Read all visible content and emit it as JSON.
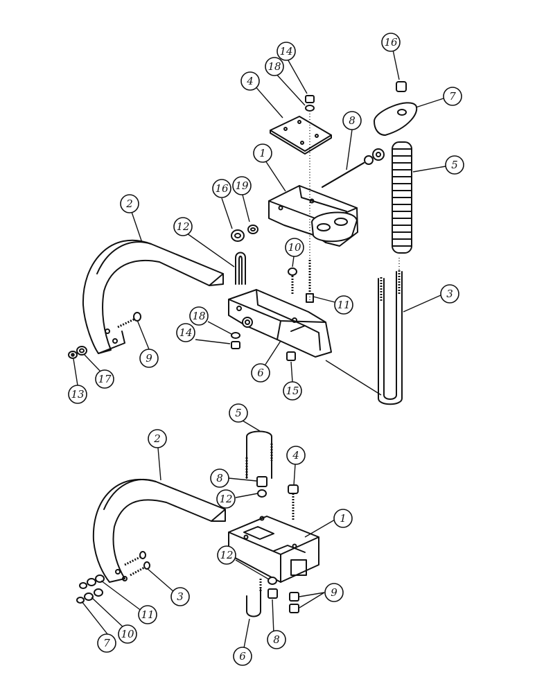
{
  "upper_assembly": {
    "callouts": [
      {
        "label": "14"
      },
      {
        "label": "18"
      },
      {
        "label": "4"
      },
      {
        "label": "16"
      },
      {
        "label": "7"
      },
      {
        "label": "8"
      },
      {
        "label": "1"
      },
      {
        "label": "5"
      },
      {
        "label": "16"
      },
      {
        "label": "19"
      },
      {
        "label": "2"
      },
      {
        "label": "12"
      },
      {
        "label": "10"
      },
      {
        "label": "3"
      },
      {
        "label": "11"
      },
      {
        "label": "18"
      },
      {
        "label": "14"
      },
      {
        "label": "9"
      },
      {
        "label": "6"
      },
      {
        "label": "15"
      },
      {
        "label": "13"
      },
      {
        "label": "17"
      }
    ]
  },
  "lower_assembly": {
    "callouts": [
      {
        "label": "5"
      },
      {
        "label": "2"
      },
      {
        "label": "4"
      },
      {
        "label": "8"
      },
      {
        "label": "12"
      },
      {
        "label": "1"
      },
      {
        "label": "12"
      },
      {
        "label": "9"
      },
      {
        "label": "3"
      },
      {
        "label": "11"
      },
      {
        "label": "10"
      },
      {
        "label": "7"
      },
      {
        "label": "6"
      },
      {
        "label": "8"
      }
    ]
  }
}
